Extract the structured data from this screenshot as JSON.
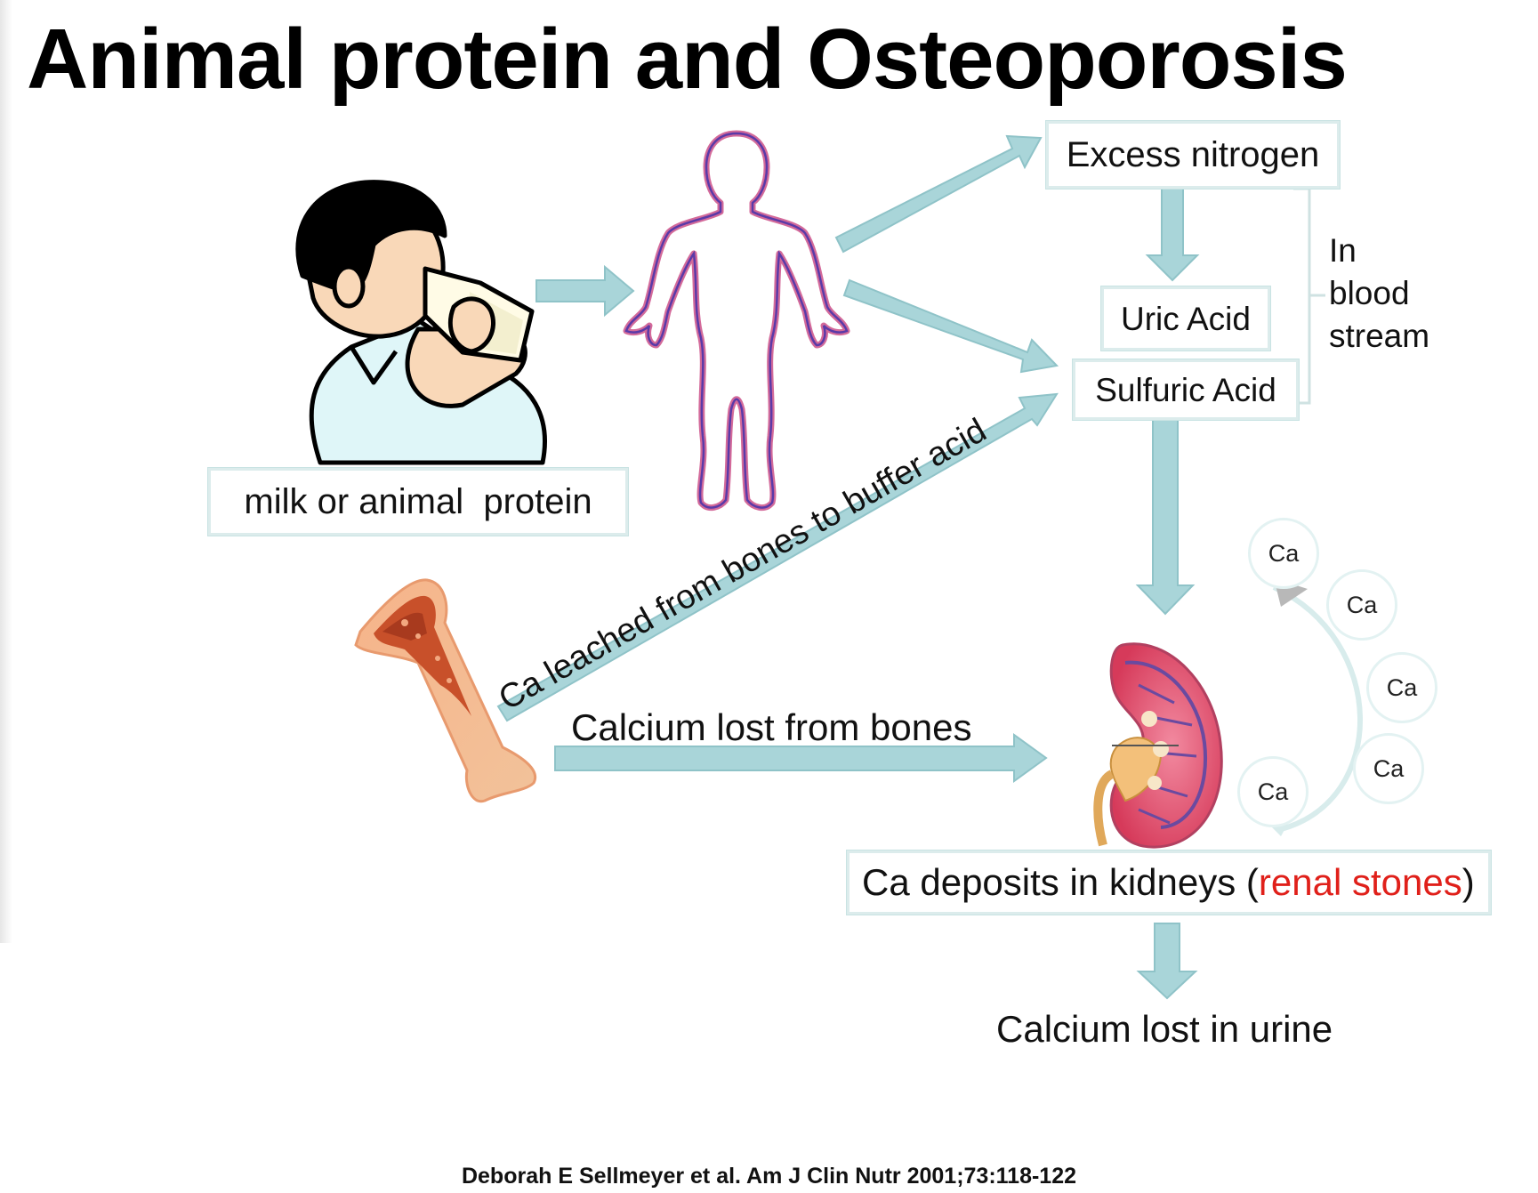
{
  "title": "Animal protein and Osteoporosis",
  "nodes": {
    "excess_nitrogen": "Excess nitrogen",
    "uric_acid": "Uric Acid",
    "sulfuric_acid": "Sulfuric Acid",
    "blood_stream": [
      "In",
      "blood",
      "stream"
    ],
    "milk_protein": "milk or animal  protein",
    "leached": "Ca leached from bones to buffer acid",
    "calcium_lost_bones": "Calcium lost from bones",
    "deposits_prefix": "Ca deposits in kidneys (",
    "deposits_highlight": "renal stones",
    "deposits_suffix": ")",
    "urine": "Calcium lost in urine"
  },
  "ca_bubbles": [
    "Ca",
    "Ca",
    "Ca",
    "Ca",
    "Ca"
  ],
  "citation": "Deborah E Sellmeyer et al. Am J Clin Nutr 2001;73:118-122",
  "icons": [
    "boy-drinking-milk-icon",
    "human-silhouette-icon",
    "bone-icon",
    "kidney-icon"
  ],
  "colors": {
    "arrow_fill": "#a9d5d9",
    "arrow_stroke": "#8fc3c8",
    "highlight": "#e0201a",
    "box_border": "#dcecec"
  }
}
